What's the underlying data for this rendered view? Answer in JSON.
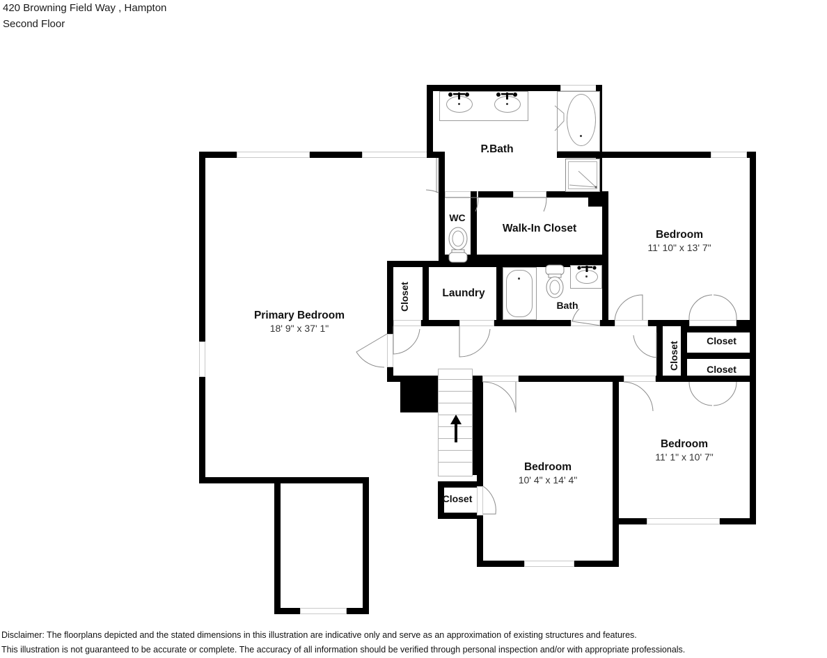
{
  "header": {
    "address": "420 Browning Field Way , Hampton",
    "floor": "Second Floor"
  },
  "footer": {
    "line1": "Disclaimer: The floorplans depicted and the stated dimensions in this illustration are indicative only and serve as an approximation of existing structures and features.",
    "line2": "This illustration is not guaranteed to be accurate or complete. The accuracy of all information should be verified through personal inspection and/or with appropriate professionals."
  },
  "rooms": {
    "primary_bedroom": {
      "name": "Primary Bedroom",
      "dimensions": "18' 9\" x 37' 1\""
    },
    "pbath": {
      "name": "P.Bath",
      "dimensions": ""
    },
    "wc": {
      "name": "WC",
      "dimensions": ""
    },
    "walk_in_closet": {
      "name": "Walk-In Closet",
      "dimensions": ""
    },
    "laundry": {
      "name": "Laundry",
      "dimensions": ""
    },
    "bath": {
      "name": "Bath",
      "dimensions": ""
    },
    "closet_primary": {
      "name": "Closet"
    },
    "closet_hall": {
      "name": "Closet"
    },
    "closet_upper_right": {
      "name": "Closet"
    },
    "closet_lower_right": {
      "name": "Closet"
    },
    "closet_stair": {
      "name": "Closet"
    },
    "bedroom_top_right": {
      "name": "Bedroom",
      "dimensions": "11' 10\" x 13' 7\""
    },
    "bedroom_bottom_right": {
      "name": "Bedroom",
      "dimensions": "11' 1\" x 10' 7\""
    },
    "bedroom_center": {
      "name": "Bedroom",
      "dimensions": "10' 4\" x 14' 4\""
    }
  },
  "fixtures": {
    "vanity_double": "double-vanity",
    "tub_oval": "oval-tub",
    "shower": "shower",
    "toilet_wc": "toilet",
    "toilet_bath": "toilet",
    "tub_bath": "bathtub",
    "sink_bath": "sink",
    "stairs": "stairs-up",
    "stairs_direction": "up"
  },
  "colors": {
    "wall": "#000000",
    "fixture_line": "#9a9a9a",
    "background": "#ffffff",
    "text": "#111111"
  }
}
